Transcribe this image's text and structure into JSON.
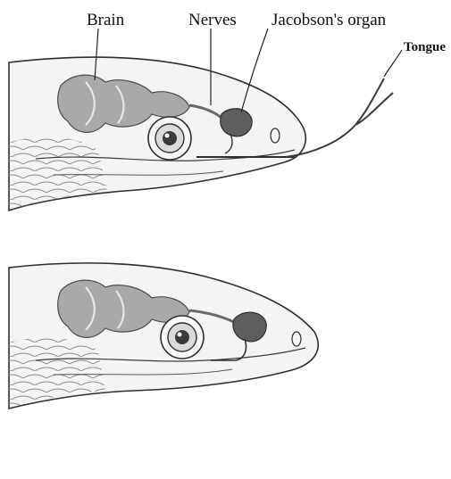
{
  "labels": {
    "brain": "Brain",
    "nerves": "Nerves",
    "jacobsons_organ": "Jacobson's organ",
    "tongue": "Tongue"
  },
  "colors": {
    "background": "#ffffff",
    "outline": "#2e2e2e",
    "skin": "#f2f2f2",
    "shade": "#d9d9d9",
    "brain_gray": "#a7a7a7",
    "organ_dark": "#5c5c5c"
  }
}
